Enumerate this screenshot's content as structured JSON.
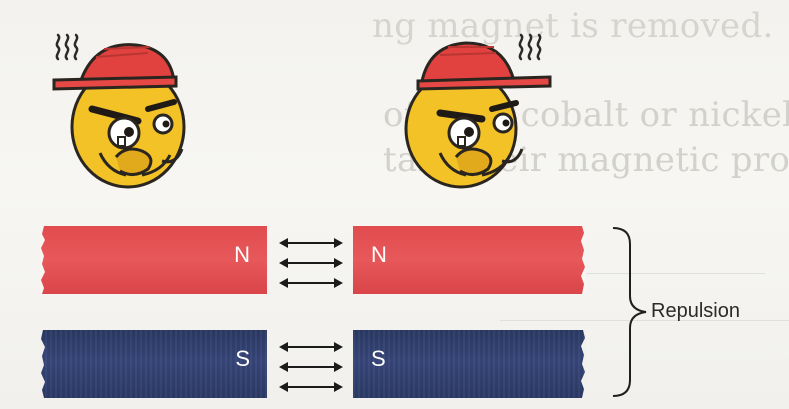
{
  "background_text": {
    "line_1": "ng magnet is removed.",
    "line_2": "of iron, cobalt or nickel with other",
    "line_3": "tain their magnetic properties for a long"
  },
  "magnets": {
    "top_left": {
      "pole": "N",
      "color": "#e14c4f"
    },
    "top_right": {
      "pole": "N",
      "color": "#e14c4f"
    },
    "bottom_left": {
      "pole": "S",
      "color": "#2f3e6d"
    },
    "bottom_right": {
      "pole": "S",
      "color": "#2f3e6d"
    }
  },
  "repulsion": {
    "label": "Repulsion"
  },
  "illustration": {
    "characters": [
      "angry-face-icon",
      "angry-face-icon"
    ],
    "arrows": "double-headed-arrow-icon"
  }
}
